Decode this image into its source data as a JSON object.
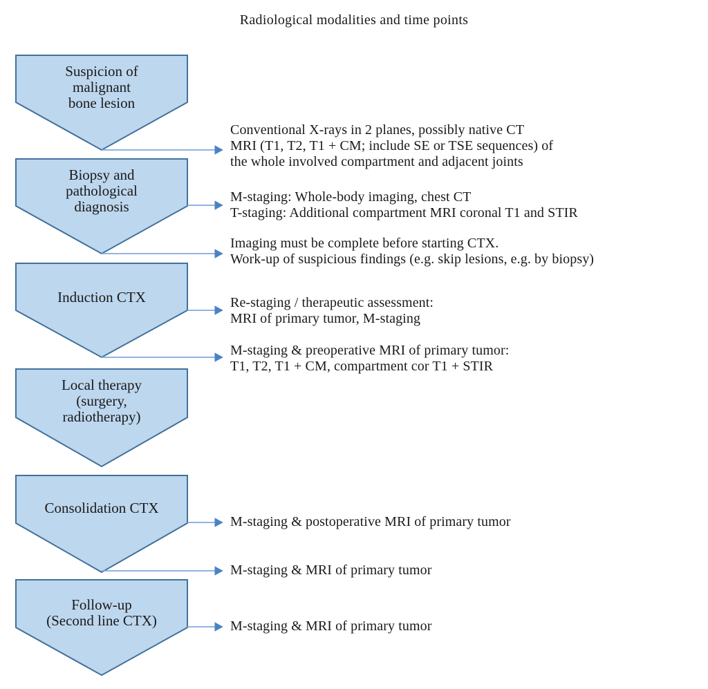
{
  "title": "Radiological modalities and time points",
  "colors": {
    "shape_fill": "#BDD7EE",
    "shape_border": "#41719C",
    "arrow_line": "#7FA9DC",
    "arrow_head": "#4A82C4",
    "text": "#1A1A1A"
  },
  "stages": [
    {
      "id": "suspicion",
      "lines": [
        "Suspicion of",
        "malignant",
        "bone lesion"
      ]
    },
    {
      "id": "biopsy",
      "lines": [
        "Biopsy and",
        "pathological",
        "diagnosis"
      ]
    },
    {
      "id": "induction-ctx",
      "lines": [
        "Induction CTX"
      ]
    },
    {
      "id": "local-therapy",
      "lines": [
        "Local therapy",
        "(surgery,",
        "radiotherapy)"
      ]
    },
    {
      "id": "consolidation-ctx",
      "lines": [
        "Consolidation CTX"
      ]
    },
    {
      "id": "follow-up",
      "lines": [
        "Follow-up",
        "(Second line CTX)"
      ]
    }
  ],
  "annotations": [
    {
      "lines": [
        "Conventional X-rays in 2 planes, possibly native CT",
        "MRI (T1, T2, T1 + CM; include SE or TSE sequences) of",
        "the whole involved compartment and adjacent joints"
      ]
    },
    {
      "lines": [
        "M-staging: Whole-body imaging, chest CT",
        "T-staging: Additional compartment MRI coronal T1 and STIR"
      ]
    },
    {
      "lines": [
        "Imaging must be complete before starting CTX.",
        "Work-up of suspicious findings (e.g. skip lesions, e.g. by biopsy)"
      ]
    },
    {
      "lines": [
        "Re-staging / therapeutic assessment:",
        "MRI of primary tumor, M-staging"
      ]
    },
    {
      "lines": [
        "M-staging & preoperative MRI of primary tumor:",
        "T1, T2, T1 + CM, compartment cor T1 + STIR"
      ]
    },
    {
      "lines": [
        "M-staging & postoperative MRI of primary tumor"
      ]
    },
    {
      "lines": [
        "M-staging & MRI of primary tumor"
      ]
    },
    {
      "lines": [
        "M-staging & MRI of primary tumor"
      ]
    }
  ]
}
